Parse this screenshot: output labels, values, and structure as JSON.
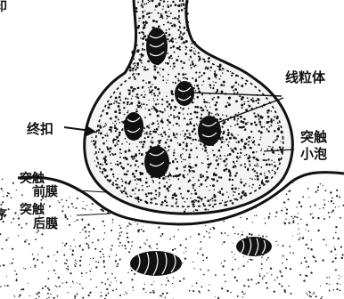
{
  "labels": {
    "mitochondria": "线粒体",
    "terminal_button": "终扣",
    "vesicle_line1": "突触",
    "vesicle_line2": "小泡",
    "presynaptic_line1": "突触",
    "presynaptic_line2": "前膜",
    "postsynaptic_line1": "突触",
    "postsynaptic_line2": "后膜",
    "edge_char_top": "印",
    "edge_char_bottom": "序"
  },
  "colors": {
    "ink": "#111111",
    "paper": "#ffffff"
  }
}
